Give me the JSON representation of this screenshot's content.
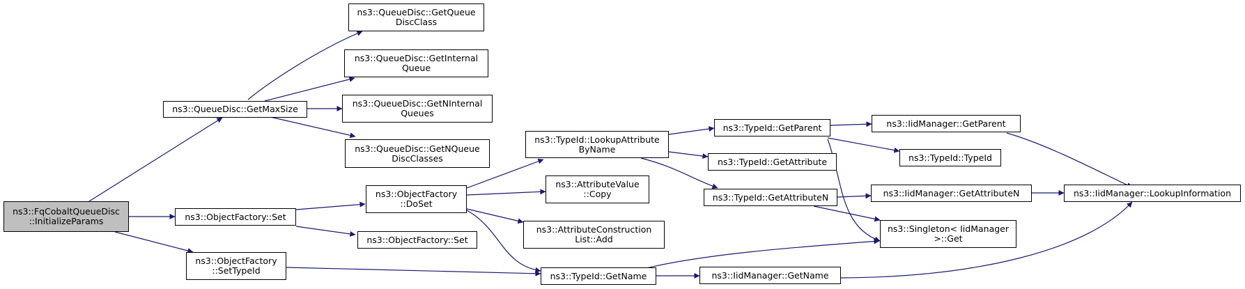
{
  "colors": {
    "edge": "#191970",
    "root_fill": "#bfbfbf",
    "node_fill": "#ffffff",
    "border": "#000000"
  },
  "nodes": {
    "fq_initialize_params": {
      "lines": [
        "ns3::FqCobaltQueueDisc",
        "::InitializeParams"
      ]
    },
    "qd_get_max_size": {
      "lines": [
        "ns3::QueueDisc::GetMaxSize"
      ]
    },
    "qd_get_queue_disc_class": {
      "lines": [
        "ns3::QueueDisc::GetQueue",
        "DiscClass"
      ]
    },
    "qd_get_internal_queue": {
      "lines": [
        "ns3::QueueDisc::GetInternal",
        "Queue"
      ]
    },
    "qd_get_n_internal_queues": {
      "lines": [
        "ns3::QueueDisc::GetNInternal",
        "Queues"
      ]
    },
    "qd_get_n_queue_disc_classes": {
      "lines": [
        "ns3::QueueDisc::GetNQueue",
        "DiscClasses"
      ]
    },
    "of_set": {
      "lines": [
        "ns3::ObjectFactory::Set"
      ]
    },
    "of_set_2": {
      "lines": [
        "ns3::ObjectFactory::Set"
      ]
    },
    "of_set_type_id": {
      "lines": [
        "ns3::ObjectFactory",
        "::SetTypeId"
      ]
    },
    "of_do_set": {
      "lines": [
        "ns3::ObjectFactory",
        "::DoSet"
      ]
    },
    "tid_lookup_attribute_by_name": {
      "lines": [
        "ns3::TypeId::LookupAttribute",
        "ByName"
      ]
    },
    "av_copy": {
      "lines": [
        "ns3::AttributeValue",
        "::Copy"
      ]
    },
    "acl_add": {
      "lines": [
        "ns3::AttributeConstruction",
        "List::Add"
      ]
    },
    "tid_get_name": {
      "lines": [
        "ns3::TypeId::GetName"
      ]
    },
    "tid_get_parent": {
      "lines": [
        "ns3::TypeId::GetParent"
      ]
    },
    "tid_get_attribute": {
      "lines": [
        "ns3::TypeId::GetAttribute"
      ]
    },
    "tid_get_attribute_n": {
      "lines": [
        "ns3::TypeId::GetAttributeN"
      ]
    },
    "iid_get_name": {
      "lines": [
        "ns3::IidManager::GetName"
      ]
    },
    "iid_get_parent": {
      "lines": [
        "ns3::IidManager::GetParent"
      ]
    },
    "tid_type_id": {
      "lines": [
        "ns3::TypeId::TypeId"
      ]
    },
    "iid_get_attribute_n": {
      "lines": [
        "ns3::IidManager::GetAttributeN"
      ]
    },
    "singleton_get": {
      "lines": [
        "ns3::Singleton< IidManager",
        ">::Get"
      ]
    },
    "iid_lookup_information": {
      "lines": [
        "ns3::IidManager::LookupInformation"
      ]
    }
  }
}
